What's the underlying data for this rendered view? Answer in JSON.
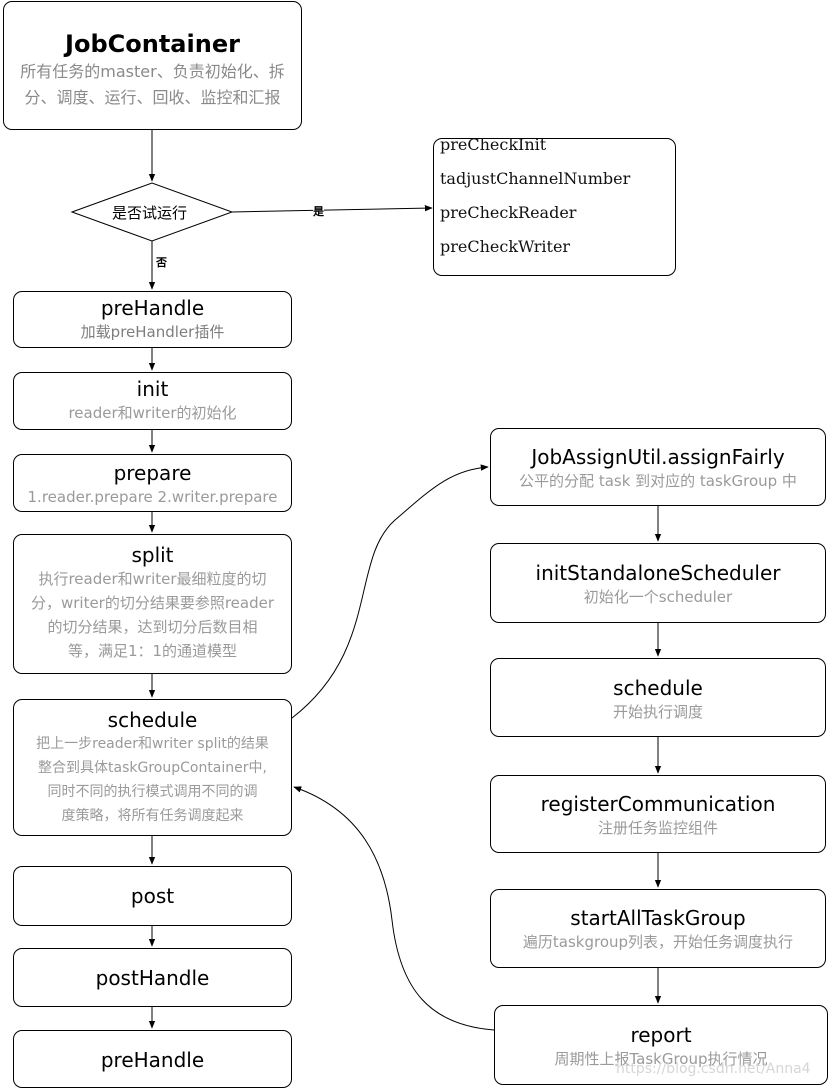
{
  "job_container": {
    "title": "JobContainer",
    "desc": "所有任务的master、负责初始化、拆分、调度、运行、回收、监控和汇报"
  },
  "decision": {
    "label": "是否试运行",
    "yes": "是",
    "no": "否"
  },
  "precheck": {
    "items": [
      "preCheckInit",
      "tadjustChannelNumber",
      "preCheckReader",
      "preCheckWriter"
    ]
  },
  "left_steps": [
    {
      "title": "preHandle",
      "desc": "加载preHandler插件"
    },
    {
      "title": "init",
      "desc": "reader和writer的初始化"
    },
    {
      "title": "prepare",
      "desc": "1.reader.prepare  2.writer.prepare"
    },
    {
      "title": "split",
      "desc": [
        "执行reader和writer最细粒度的切",
        "分，writer的切分结果要参照reader",
        "的切分结果，达到切分后数目相",
        "等，满足1：1的通道模型"
      ]
    },
    {
      "title": "schedule",
      "desc": [
        "把上一步reader和writer split的结果",
        "整合到具体taskGroupContainer中,",
        "同时不同的执行模式调用不同的调",
        "度策略，将所有任务调度起来"
      ]
    },
    {
      "title": "post",
      "desc": ""
    },
    {
      "title": "postHandle",
      "desc": ""
    },
    {
      "title": "preHandle",
      "desc": ""
    }
  ],
  "right_steps": [
    {
      "title": "JobAssignUtil.assignFairly",
      "desc": "公平的分配 task 到对应的 taskGroup 中"
    },
    {
      "title": "initStandaloneScheduler",
      "desc": "初始化一个scheduler"
    },
    {
      "title": "schedule",
      "desc": "开始执行调度"
    },
    {
      "title": "registerCommunication",
      "desc": "注册任务监控组件"
    },
    {
      "title": "startAllTaskGroup",
      "desc": "遍历taskgroup列表，开始任务调度执行"
    },
    {
      "title": "report",
      "desc": "周期性上报TaskGroup执行情况"
    }
  ],
  "watermark": "https://blog.csdn.net/Anna4"
}
